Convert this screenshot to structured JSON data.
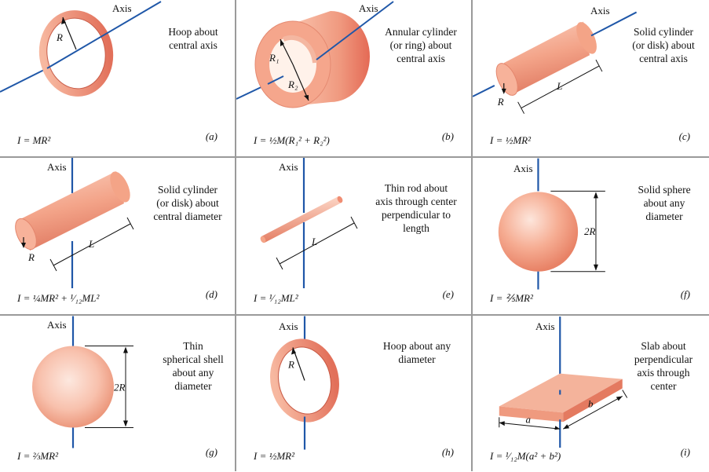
{
  "panels": [
    {
      "id": "a",
      "axis_label": "Axis",
      "caption": "Hoop about\ncentral axis",
      "formula": "I = MR²",
      "tag": "(a)",
      "dims": {
        "r": "R"
      }
    },
    {
      "id": "b",
      "axis_label": "Axis",
      "caption": "Annular cylinder\n(or ring) about\ncentral axis",
      "formula": "I = ½M(R₁² + R₂²)",
      "tag": "(b)",
      "dims": {
        "r1": "R₁",
        "r2": "R₂"
      }
    },
    {
      "id": "c",
      "axis_label": "Axis",
      "caption": "Solid cylinder\n(or disk) about\ncentral axis",
      "formula": "I = ½MR²",
      "tag": "(c)",
      "dims": {
        "r": "R",
        "l": "L"
      }
    },
    {
      "id": "d",
      "axis_label": "Axis",
      "caption": "Solid cylinder\n(or disk) about\ncentral diameter",
      "formula": "I = ¼MR² + ¹⁄₁₂ML²",
      "tag": "(d)",
      "dims": {
        "r": "R",
        "l": "L"
      }
    },
    {
      "id": "e",
      "axis_label": "Axis",
      "caption": "Thin rod about\naxis through center\nperpendicular to\nlength",
      "formula": "I = ¹⁄₁₂ML²",
      "tag": "(e)",
      "dims": {
        "l": "L"
      }
    },
    {
      "id": "f",
      "axis_label": "Axis",
      "caption": "Solid sphere\nabout any\ndiameter",
      "formula": "I = ⅖MR²",
      "tag": "(f)",
      "dims": {
        "d": "2R"
      }
    },
    {
      "id": "g",
      "axis_label": "Axis",
      "caption": "Thin\nspherical shell\nabout any\ndiameter",
      "formula": "I = ⅔MR²",
      "tag": "(g)",
      "dims": {
        "d": "2R"
      }
    },
    {
      "id": "h",
      "axis_label": "Axis",
      "caption": "Hoop about any\ndiameter",
      "formula": "I = ½MR²",
      "tag": "(h)",
      "dims": {
        "r": "R"
      }
    },
    {
      "id": "i",
      "axis_label": "Axis",
      "caption": "Slab about\nperpendicular\naxis through\ncenter",
      "formula": "I = ¹⁄₁₂M(a² + b²)",
      "tag": "(i)",
      "dims": {
        "a": "a",
        "b": "b"
      }
    }
  ],
  "colors": {
    "axis": "#1f57a8",
    "body": "#f2a085",
    "body_dark": "#e06a52",
    "body_light": "#fde3d6",
    "divider": "#9a9a9a"
  }
}
